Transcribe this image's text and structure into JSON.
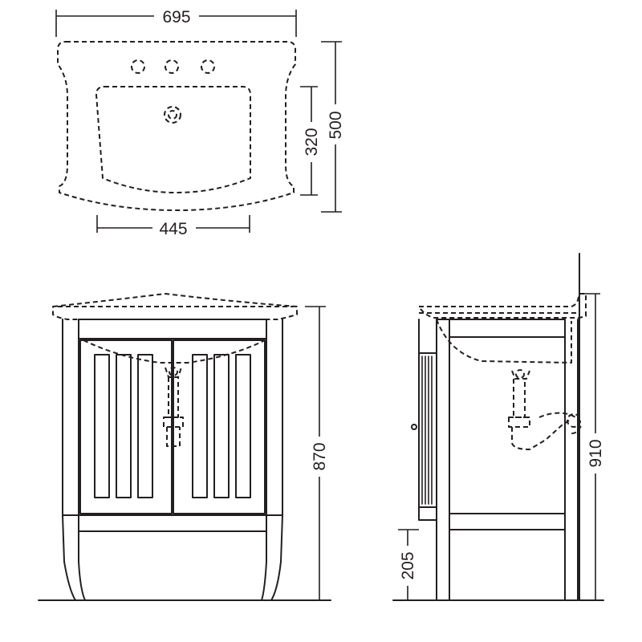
{
  "dimensions": {
    "top_width": "695",
    "top_depth": "500",
    "bowl_depth": "320",
    "bowl_width": "445",
    "front_height": "870",
    "side_height": "910",
    "side_leg_height": "205"
  },
  "colors": {
    "line": "#231f20",
    "background": "#ffffff"
  }
}
